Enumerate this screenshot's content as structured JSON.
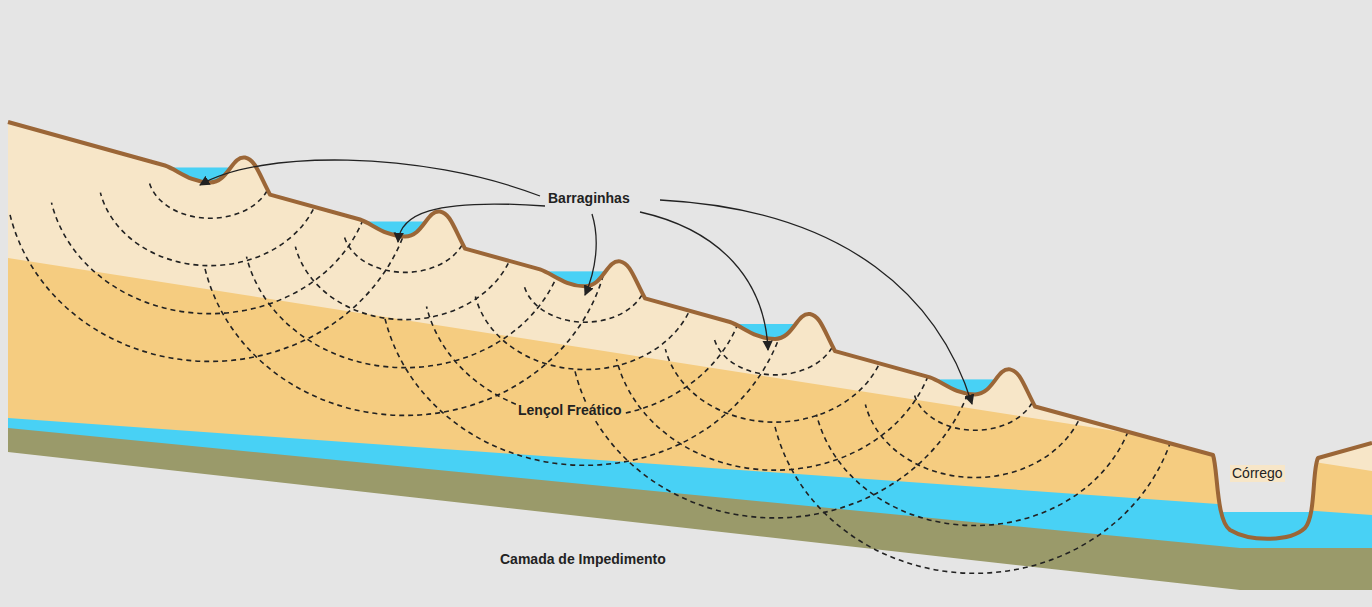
{
  "diagram": {
    "labels": [
      "Barraginhas",
      "Lençol Freático",
      "Córrego",
      "Camada de Impedimento"
    ]
  }
}
